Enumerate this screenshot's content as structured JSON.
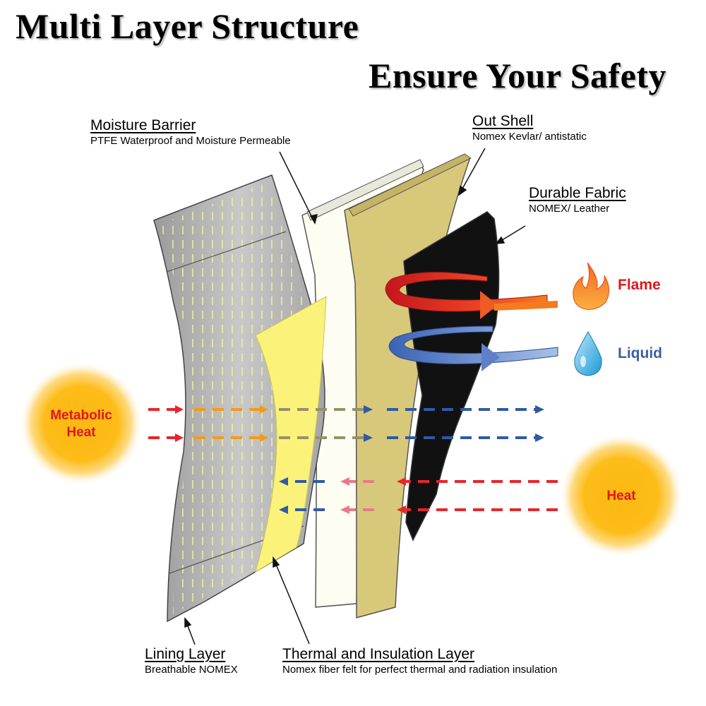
{
  "title": {
    "line1": "Multi Layer Structure",
    "line2": "Ensure Your Safety"
  },
  "layers": {
    "moisture_barrier": {
      "name": "Moisture Barrier",
      "desc": "PTFE Waterproof and Moisture Permeable"
    },
    "out_shell": {
      "name": "Out Shell",
      "desc": "Nomex  Kevlar/ antistatic"
    },
    "durable_fabric": {
      "name": "Durable Fabric",
      "desc": "NOMEX/ Leather"
    },
    "lining_layer": {
      "name": "Lining Layer",
      "desc": "Breathable NOMEX"
    },
    "thermal_layer": {
      "name": "Thermal and Insulation Layer",
      "desc": "Nomex fiber felt for perfect thermal and radiation insulation"
    }
  },
  "hazards": {
    "flame": "Flame",
    "liquid": "Liquid"
  },
  "heat_sources": {
    "metabolic_line1": "Metabolic",
    "metabolic_line2": "Heat",
    "external": "Heat"
  },
  "colors": {
    "flame_label": "#e0171b",
    "liquid_label": "#3a5fa6",
    "heat_arrow": "#e8252a",
    "orange_arrow": "#f39a1b",
    "cool_arrow": "#2f5aa5",
    "pink_arrow": "#e77a8a",
    "sun_center": "#fcb813"
  }
}
